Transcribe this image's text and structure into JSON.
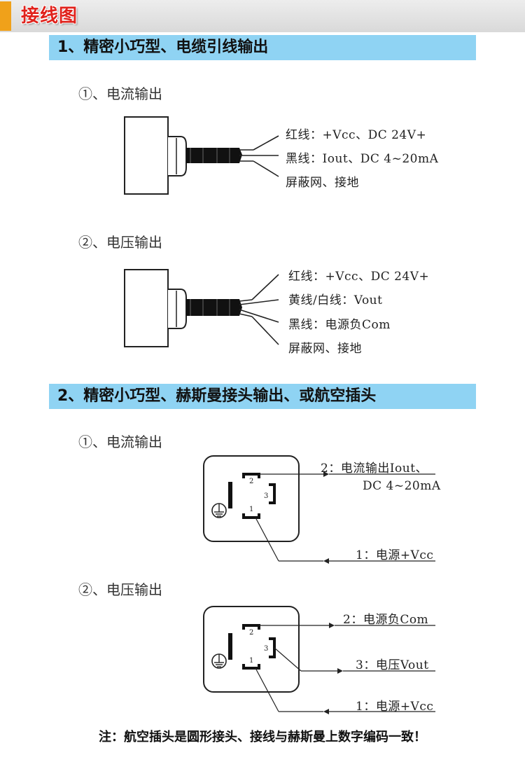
{
  "header": {
    "title": "接线图"
  },
  "sections": [
    {
      "title": "1、精密小巧型、电缆引线输出",
      "subsections": [
        {
          "title": "①、电流输出",
          "labels": [
            "红线：+Vcc、DC 24V+",
            "黑线：Iout、DC 4~20mA",
            "屏蔽网、接地"
          ]
        },
        {
          "title": "②、电压输出",
          "labels": [
            "红线：+Vcc、DC 24V+",
            "黄线/白线：Vout",
            "黑线：电源负Com",
            "屏蔽网、接地"
          ]
        }
      ]
    },
    {
      "title": "2、精密小巧型、赫斯曼接头输出、或航空插头",
      "subsections": [
        {
          "title": "①、电流输出",
          "labels": [
            "2：电流输出Iout、",
            "DC 4~20mA",
            "1：电源+Vcc"
          ],
          "pins": [
            "2",
            "3",
            "1"
          ]
        },
        {
          "title": "②、电压输出",
          "labels": [
            "2：电源负Com",
            "3：电压Vout",
            "1：电源+Vcc"
          ],
          "pins": [
            "2",
            "3",
            "1"
          ]
        }
      ]
    }
  ],
  "note": "注：航空插头是圆形接头、接线与赫斯曼上数字编码一致！"
}
